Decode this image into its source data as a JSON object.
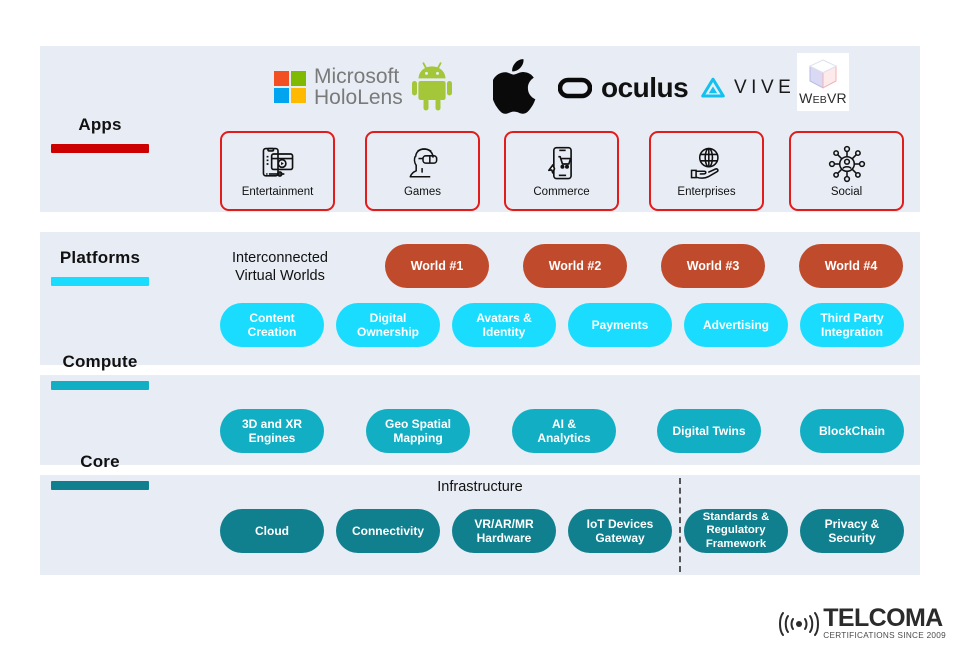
{
  "colors": {
    "band_bg": "#e8edf5",
    "apps_accent": "#cc0000",
    "platforms_accent": "#19dcff",
    "compute_accent": "#12aec4",
    "core_accent": "#107f8e",
    "world_pill": "#bf4b2c",
    "app_card_border": "#e21b1b"
  },
  "logos": [
    {
      "id": "microsoft-hololens",
      "line1": "Microsoft",
      "line2": "HoloLens"
    },
    {
      "id": "android",
      "name": "android-logo"
    },
    {
      "id": "apple",
      "name": "apple-logo"
    },
    {
      "id": "oculus",
      "word": "oculus"
    },
    {
      "id": "vive",
      "word": "VIVE"
    },
    {
      "id": "webvr",
      "word_a": "W",
      "word_b": "EB",
      "word_c": "VR"
    }
  ],
  "rows": {
    "apps": {
      "label": "Apps",
      "cards": [
        {
          "label": "Entertainment",
          "icon": "entertainment-screen-icon"
        },
        {
          "label": "Games",
          "icon": "vr-headset-person-icon"
        },
        {
          "label": "Commerce",
          "icon": "mobile-shopping-cart-icon"
        },
        {
          "label": "Enterprises",
          "icon": "globe-on-hand-icon"
        },
        {
          "label": "Social",
          "icon": "network-person-icon"
        }
      ]
    },
    "platforms": {
      "label": "Platforms",
      "section_title": "Interconnected\nVirtual Worlds",
      "section_title_l1": "Interconnected",
      "section_title_l2": "Virtual Worlds",
      "worlds": [
        {
          "label": "World #1"
        },
        {
          "label": "World #2"
        },
        {
          "label": "World #3"
        },
        {
          "label": "World #4"
        }
      ],
      "services": [
        {
          "l1": "Content",
          "l2": "Creation"
        },
        {
          "l1": "Digital",
          "l2": "Ownership"
        },
        {
          "l1": "Avatars &",
          "l2": "Identity"
        },
        {
          "l1": "Payments",
          "l2": ""
        },
        {
          "l1": "Advertising",
          "l2": ""
        },
        {
          "l1": "Third Party",
          "l2": "Integration"
        }
      ]
    },
    "compute": {
      "label": "Compute",
      "items": [
        {
          "l1": "3D and XR",
          "l2": "Engines"
        },
        {
          "l1": "Geo Spatial",
          "l2": "Mapping"
        },
        {
          "l1": "AI &",
          "l2": "Analytics"
        },
        {
          "l1": "Digital Twins",
          "l2": ""
        },
        {
          "l1": "BlockChain",
          "l2": ""
        }
      ]
    },
    "core": {
      "label": "Core",
      "section_title": "Infrastructure",
      "items": [
        {
          "l1": "Cloud",
          "l2": "",
          "l3": ""
        },
        {
          "l1": "Connectivity",
          "l2": "",
          "l3": ""
        },
        {
          "l1": "VR/AR/MR",
          "l2": "Hardware",
          "l3": ""
        },
        {
          "l1": "IoT Devices",
          "l2": "Gateway",
          "l3": ""
        },
        {
          "l1": "Standards &",
          "l2": "Regulatory",
          "l3": "Framework"
        },
        {
          "l1": "Privacy &",
          "l2": "Security",
          "l3": ""
        }
      ]
    }
  },
  "brand": {
    "name": "TELCOMA",
    "tagline": "CERTIFICATIONS SINCE 2009",
    "icon": "signal-waves-icon"
  }
}
